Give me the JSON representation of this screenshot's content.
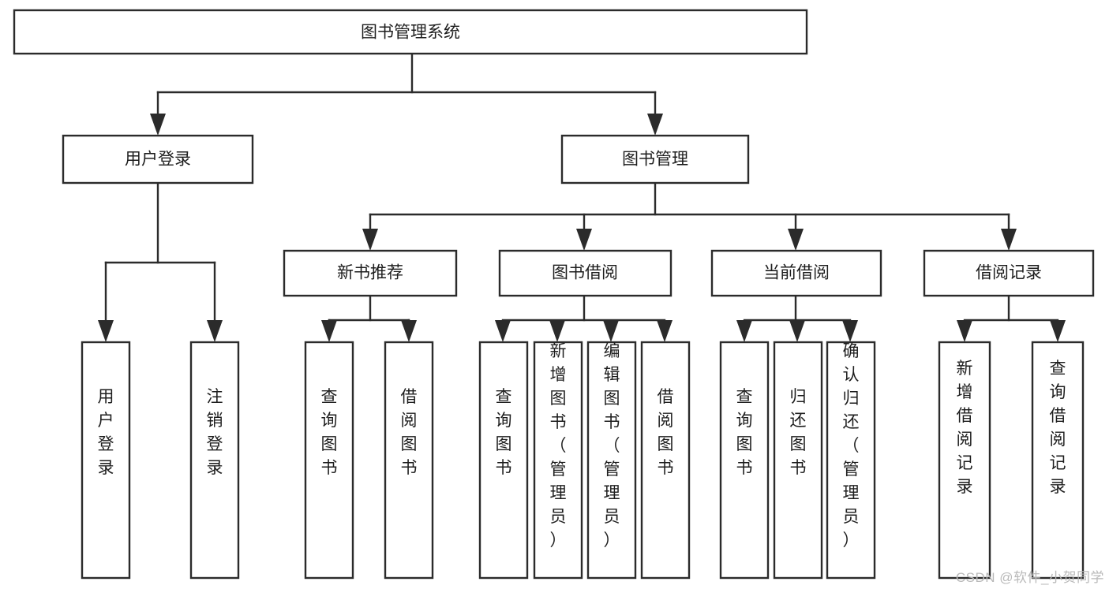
{
  "diagram": {
    "type": "tree",
    "title": "图书管理系统",
    "watermark": "CSDN @软件_小贺同学",
    "colors": {
      "box_stroke": "#2b2b2b",
      "box_fill": "#ffffff",
      "text": "#1d1d1d",
      "background": "#ffffff",
      "watermark": "#b9b9b9"
    },
    "levels": {
      "root": "图书管理系统",
      "level2": [
        "用户登录",
        "图书管理"
      ],
      "level3": [
        "新书推荐",
        "图书借阅",
        "当前借阅",
        "借阅记录"
      ]
    },
    "nodes": {
      "root": {
        "label": "图书管理系统",
        "orientation": "horizontal"
      },
      "n_user_login": {
        "label": "用户登录",
        "orientation": "horizontal"
      },
      "n_book_mgmt": {
        "label": "图书管理",
        "orientation": "horizontal"
      },
      "n_new_book_rec": {
        "label": "新书推荐",
        "orientation": "horizontal"
      },
      "n_book_borrow": {
        "label": "图书借阅",
        "orientation": "horizontal"
      },
      "n_current_borrow": {
        "label": "当前借阅",
        "orientation": "horizontal"
      },
      "n_borrow_record": {
        "label": "借阅记录",
        "orientation": "horizontal"
      },
      "leaf_user_login": {
        "label": "用户登录",
        "orientation": "vertical"
      },
      "leaf_logout": {
        "label": "注销登录",
        "orientation": "vertical"
      },
      "leaf_query_book_1": {
        "label": "查询图书",
        "orientation": "vertical"
      },
      "leaf_borrow_book_1": {
        "label": "借阅图书",
        "orientation": "vertical"
      },
      "leaf_query_book_2": {
        "label": "查询图书",
        "orientation": "vertical"
      },
      "leaf_add_book": {
        "label": "新增图书（管理员）",
        "orientation": "vertical"
      },
      "leaf_edit_book": {
        "label": "编辑图书（管理员）",
        "orientation": "vertical"
      },
      "leaf_borrow_book_2": {
        "label": "借阅图书",
        "orientation": "vertical"
      },
      "leaf_query_book_3": {
        "label": "查询图书",
        "orientation": "vertical"
      },
      "leaf_return_book": {
        "label": "归还图书",
        "orientation": "vertical"
      },
      "leaf_confirm_return": {
        "label": "确认归还（管理员）",
        "orientation": "vertical"
      },
      "leaf_add_record": {
        "label": "新增借阅记录",
        "orientation": "vertical"
      },
      "leaf_query_record": {
        "label": "查询借阅记录",
        "orientation": "vertical"
      }
    },
    "edges": [
      {
        "from": "root",
        "to": "n_user_login"
      },
      {
        "from": "root",
        "to": "n_book_mgmt"
      },
      {
        "from": "n_user_login",
        "to": "leaf_user_login"
      },
      {
        "from": "n_user_login",
        "to": "leaf_logout"
      },
      {
        "from": "n_book_mgmt",
        "to": "n_new_book_rec"
      },
      {
        "from": "n_book_mgmt",
        "to": "n_book_borrow"
      },
      {
        "from": "n_book_mgmt",
        "to": "n_current_borrow"
      },
      {
        "from": "n_book_mgmt",
        "to": "n_borrow_record"
      },
      {
        "from": "n_new_book_rec",
        "to": "leaf_query_book_1"
      },
      {
        "from": "n_new_book_rec",
        "to": "leaf_borrow_book_1"
      },
      {
        "from": "n_book_borrow",
        "to": "leaf_query_book_2"
      },
      {
        "from": "n_book_borrow",
        "to": "leaf_add_book"
      },
      {
        "from": "n_book_borrow",
        "to": "leaf_edit_book"
      },
      {
        "from": "n_book_borrow",
        "to": "leaf_borrow_book_2"
      },
      {
        "from": "n_current_borrow",
        "to": "leaf_query_book_3"
      },
      {
        "from": "n_current_borrow",
        "to": "leaf_return_book"
      },
      {
        "from": "n_current_borrow",
        "to": "leaf_confirm_return"
      },
      {
        "from": "n_borrow_record",
        "to": "leaf_add_record"
      },
      {
        "from": "n_borrow_record",
        "to": "leaf_query_record"
      }
    ]
  }
}
